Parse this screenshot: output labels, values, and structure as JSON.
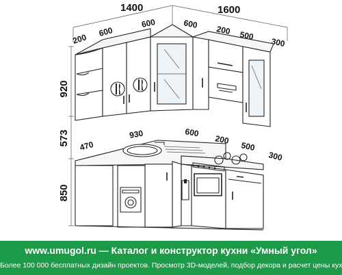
{
  "dimensions": {
    "top_left_width": "1400",
    "top_right_width": "1600",
    "wall_left_200": "200",
    "wall_left_600": "600",
    "wall_corner_600": "600",
    "wall_right_600": "600",
    "wall_right_200": "200",
    "wall_right_500": "500",
    "wall_right_300": "300",
    "height_upper": "920",
    "height_gap": "573",
    "height_base": "850",
    "counter_470": "470",
    "counter_930": "930",
    "counter_600": "600",
    "counter_200": "200",
    "counter_500": "500",
    "counter_300": "300"
  },
  "footer": {
    "title": "www.umugol.ru — Каталог и конструктор кухни «Умный угол»",
    "subtitle": "Более 100 000 бесплатных дизайн проектов. Просмотр 3D-моделей, подбор декора и расчет цены кухни."
  },
  "colors": {
    "footer_bg": "#1d9a48",
    "line": "#222222"
  }
}
